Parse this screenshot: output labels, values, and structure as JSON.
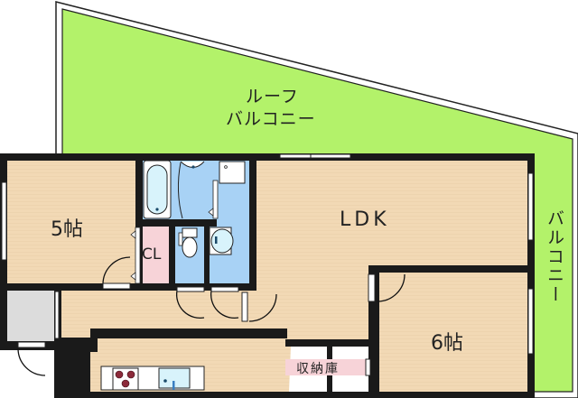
{
  "floor_plan": {
    "rooms": [
      {
        "id": "roof-balcony",
        "label_line1": "ルーフ",
        "label_line2": "バルコニー"
      },
      {
        "id": "balcony",
        "label": "バルコニー"
      },
      {
        "id": "western-room-5",
        "label": "5帖"
      },
      {
        "id": "ldk",
        "label": "LDK"
      },
      {
        "id": "western-room-6",
        "label": "6帖"
      },
      {
        "id": "closet",
        "label": "CL"
      },
      {
        "id": "storage",
        "label": "収納庫"
      }
    ],
    "colors": {
      "balcony_green": "#b3f26a",
      "floor_wood": "#f2d9b5",
      "wet_area_blue": "#a8d2f5",
      "closet_pink": "#f7d3d8",
      "entrance_gray": "#dcdcdc",
      "wall": "#1a1a1a"
    }
  }
}
